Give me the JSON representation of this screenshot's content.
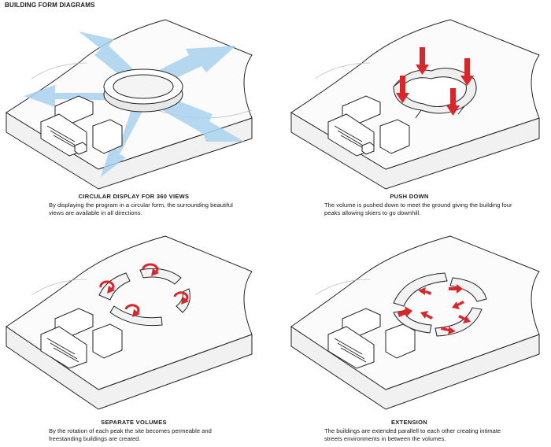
{
  "header": {
    "title": "BUILDING FORM DIAGRAMS"
  },
  "panels": [
    {
      "title": "CIRCULAR DISPLAY FOR 360 VIEWS",
      "text": "By displaying the program in a circular form, the surrounding beautiful views are available in all directions."
    },
    {
      "title": "PUSH DOWN",
      "text": "The volume is pushed down to meet the ground giving the building four peaks allowing skiers to go downhill."
    },
    {
      "title": "SEPARATE VOLUMES",
      "text": "By the rotation of each peak the site becomes permeable and freestanding buildings are created."
    },
    {
      "title": "EXTENSION",
      "text": "The buildings are extended parallell to each other creating intimate streets environments in between the volumes."
    }
  ],
  "colors": {
    "accent_red": "#d9262b",
    "view_arrows": "#a9d3ef",
    "line": "#222222"
  }
}
